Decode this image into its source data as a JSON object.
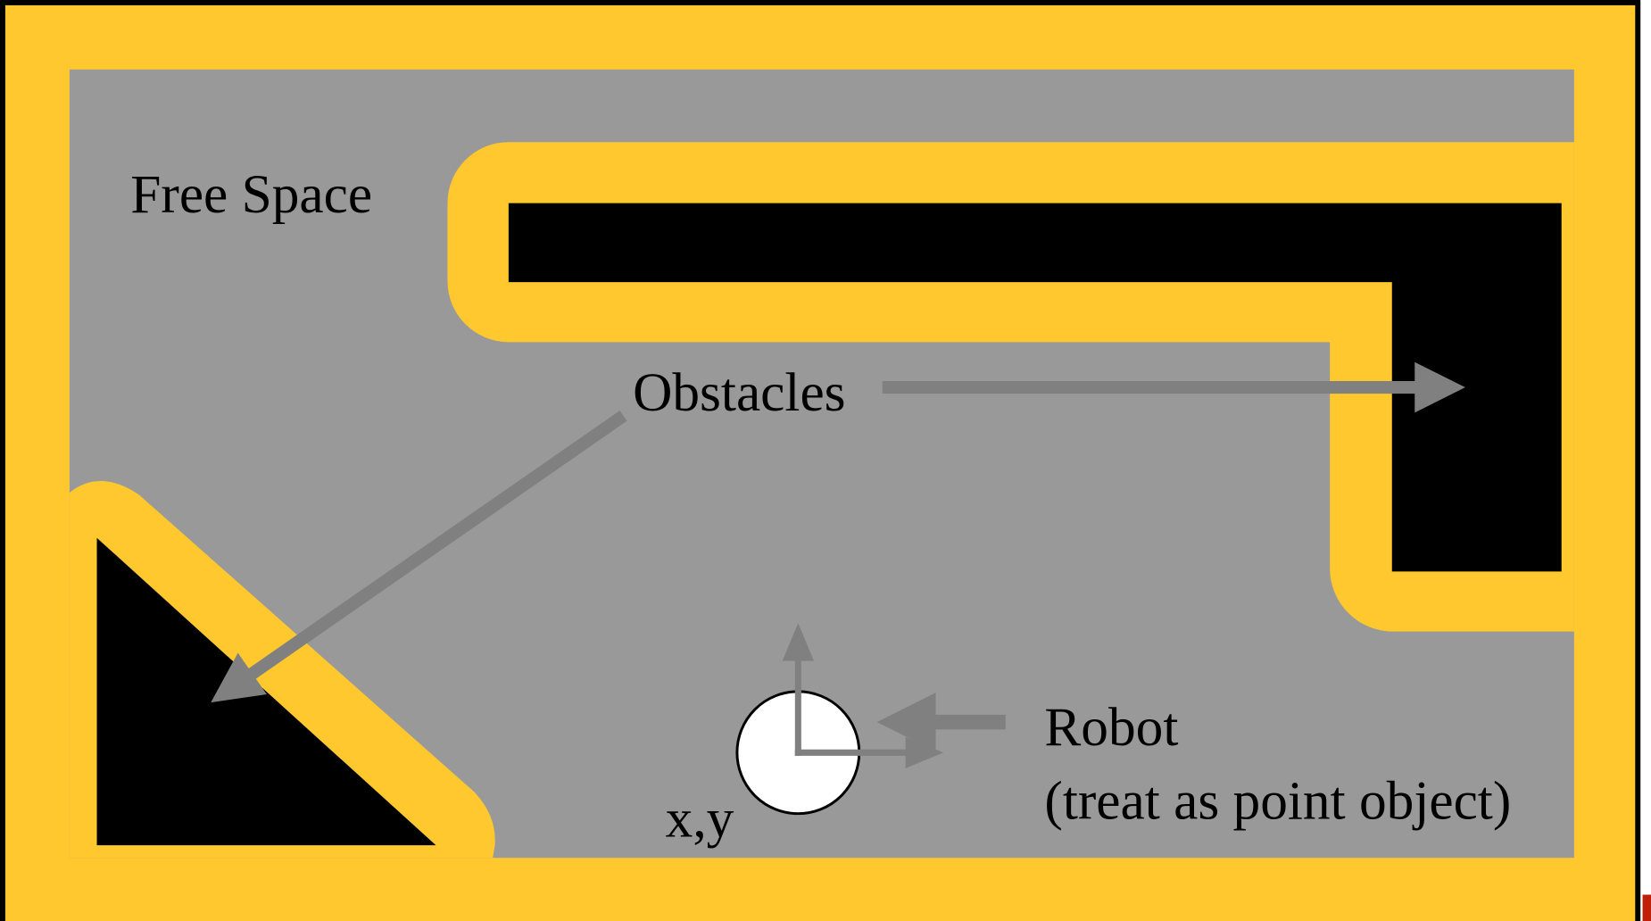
{
  "labels": {
    "free_space": "Free Space",
    "obstacles": "Obstacles",
    "robot": "Robot",
    "robot_note": "(treat as point object)",
    "position": "x,y"
  },
  "colors": {
    "configuration_obstacle": "#FFC82F",
    "free_space": "#999999",
    "obstacle": "#000000",
    "arrow": "#808080",
    "robot": "#FFFFFF"
  }
}
